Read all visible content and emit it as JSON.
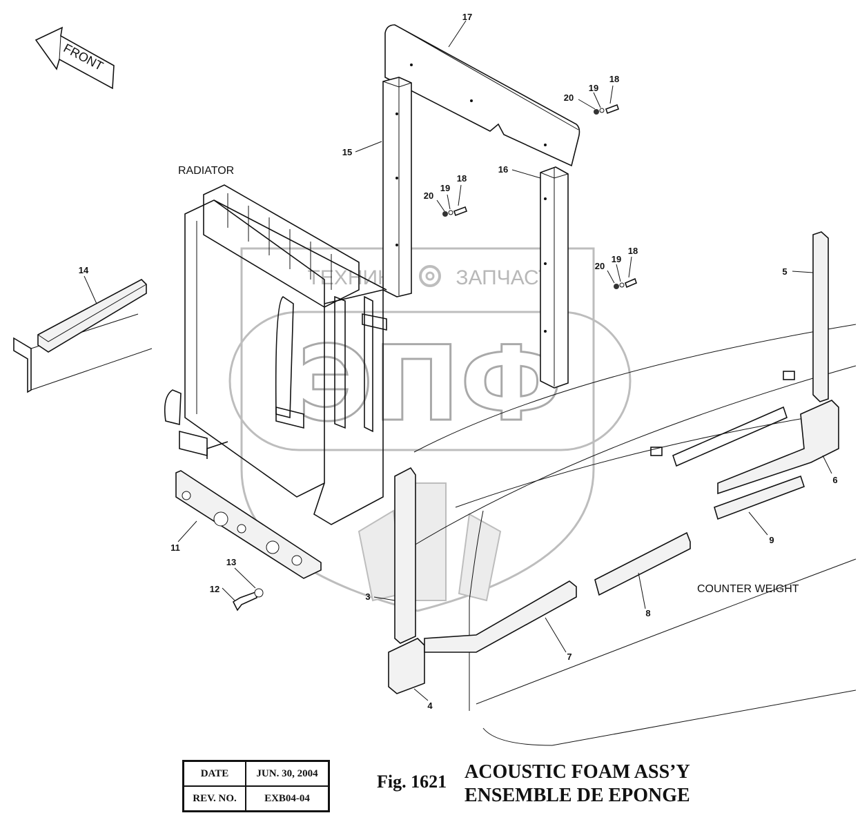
{
  "front_arrow": {
    "text": "FRONT"
  },
  "watermark": {
    "left_text": "ТЕХНИКА",
    "right_text": "ЗАПЧАСТИ",
    "big_text": "ЭПФ"
  },
  "labels": {
    "radiator": "RADIATOR",
    "counter_weight": "COUNTER WEIGHT"
  },
  "callouts": {
    "c17": "17",
    "c15": "15",
    "c16": "16",
    "c20a": "20",
    "c19a": "19",
    "c18a": "18",
    "c20b": "20",
    "c19b": "19",
    "c18b": "18",
    "c20c": "20",
    "c19c": "19",
    "c18c": "18",
    "c14": "14",
    "c5": "5",
    "c6": "6",
    "c9": "9",
    "c11": "11",
    "c13": "13",
    "c12": "12",
    "c3": "3",
    "c8": "8",
    "c7": "7",
    "c4": "4"
  },
  "title_block": {
    "date_label": "DATE",
    "date_value": "JUN. 30, 2004",
    "rev_label": "REV. NO.",
    "rev_value": "EXB04-04"
  },
  "figure": {
    "number": "Fig. 1621",
    "title_en": "ACOUSTIC FOAM ASS’Y",
    "title_fr": "ENSEMBLE DE EPONGE"
  }
}
